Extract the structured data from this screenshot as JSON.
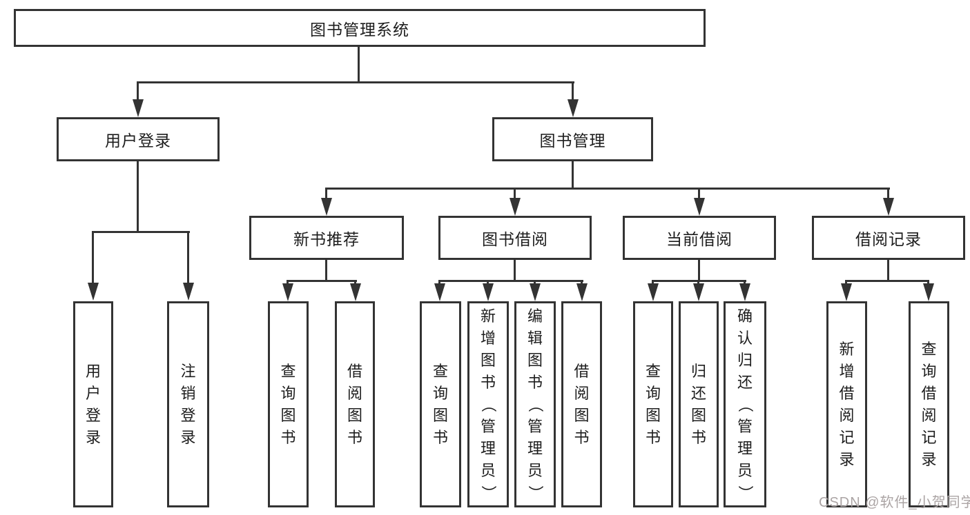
{
  "tree": {
    "root": {
      "label": "图书管理系统"
    },
    "level2": [
      {
        "label": "用户登录",
        "leaves": [
          "用户登录",
          "注销登录"
        ]
      },
      {
        "label": "图书管理",
        "groups": [
          {
            "label": "新书推荐",
            "leaves": [
              "查询图书",
              "借阅图书"
            ]
          },
          {
            "label": "图书借阅",
            "leaves": [
              "查询图书",
              "新增图书（管理员）",
              "编辑图书（管理员）",
              "借阅图书"
            ]
          },
          {
            "label": "当前借阅",
            "leaves": [
              "查询图书",
              "归还图书",
              "确认归还（管理员）"
            ]
          },
          {
            "label": "借阅记录",
            "leaves": [
              "新增借阅记录",
              "查询借阅记录"
            ]
          }
        ]
      }
    ]
  },
  "watermark": {
    "text": "CSDN @软件_小贺同学"
  },
  "colors": {
    "background": "#ffffff",
    "line": "#333333",
    "box_border": "#333333",
    "box_fill": "#ffffff",
    "text": "#1d1d1d",
    "watermark": "#aba4a4"
  }
}
